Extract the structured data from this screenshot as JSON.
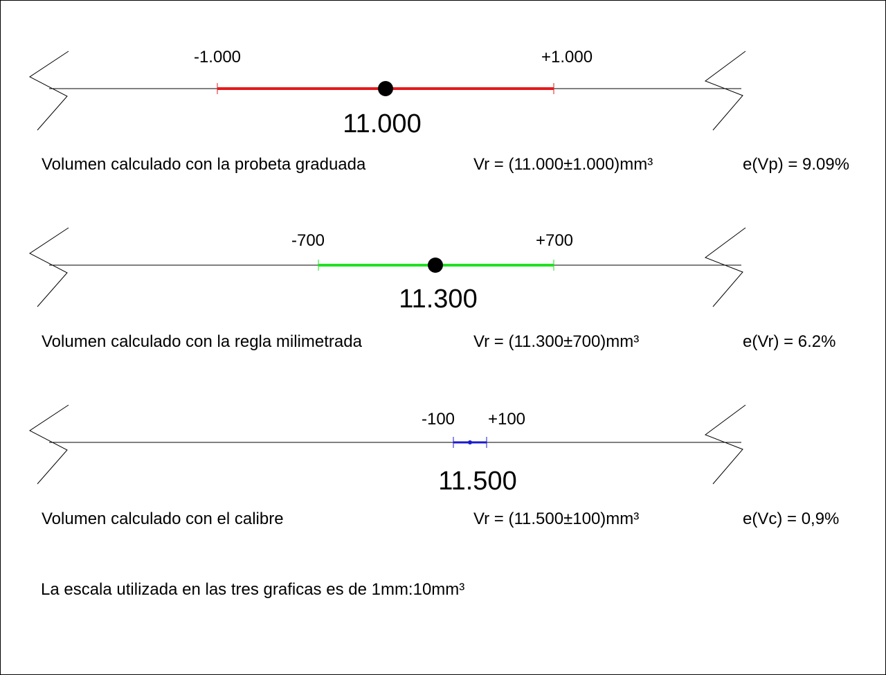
{
  "sections": [
    {
      "center_label": "11.000",
      "minus_label": "-1.000",
      "plus_label": "+1.000",
      "center_value": 11000,
      "uncertainty": 1000,
      "interval_color": "#e41a1c",
      "description": "Volumen calculado con la probeta graduada",
      "result": "Vr = (11.000±1.000)mm³",
      "relative_error": "e(Vp) = 9.09%"
    },
    {
      "center_label": "11.300",
      "minus_label": "-700",
      "plus_label": "+700",
      "center_value": 11300,
      "uncertainty": 700,
      "interval_color": "#22e022",
      "description": "Volumen calculado con la regla milimetrada",
      "result": "Vr = (11.300±700)mm³",
      "relative_error": "e(Vr) = 6.2%"
    },
    {
      "center_label": "11.500",
      "minus_label": "-100",
      "plus_label": "+100",
      "center_value": 11500,
      "uncertainty": 100,
      "interval_color": "#1a1acc",
      "description": "Volumen calculado con el calibre",
      "result": "Vr = (11.500±100)mm³",
      "relative_error": "e(Vc) = 0,9%"
    }
  ],
  "scale_note": "La escala utilizada en las tres graficas es de 1mm:10mm³",
  "colors": {
    "axis": "#000000",
    "point": "#000000",
    "background": "#ffffff"
  }
}
